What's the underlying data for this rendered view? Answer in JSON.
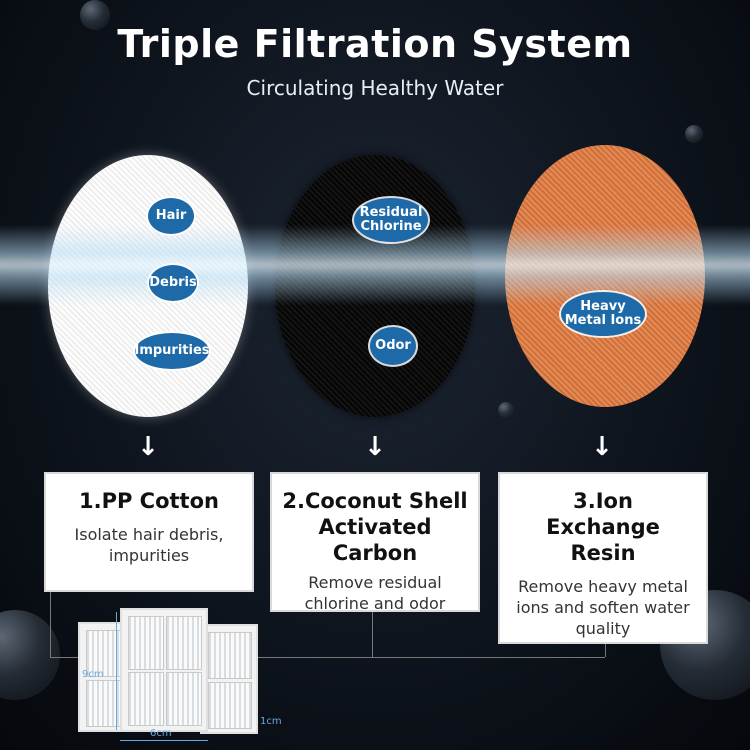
{
  "header": {
    "title": "Triple Filtration System",
    "subtitle": "Circulating Healthy Water"
  },
  "discs": [
    {
      "tags": [
        "Hair",
        "Debris",
        "Impurities"
      ]
    },
    {
      "tags": [
        "Residual Chlorine",
        "Odor"
      ]
    },
    {
      "tags": [
        "Heavy Metal Ions"
      ]
    }
  ],
  "arrow_glyph": "↓",
  "cards": [
    {
      "title": "1.PP Cotton",
      "description": "Isolate hair debris, impurities"
    },
    {
      "title": "2.Coconut Shell Activated Carbon",
      "description": "Remove residual chlorine and odor"
    },
    {
      "title": "3.Ion Exchange Resin",
      "description": "Remove heavy metal ions and soften water quality"
    }
  ],
  "dimensions": {
    "height": "9cm",
    "width": "6cm",
    "depth": "1cm"
  },
  "colors": {
    "tag_blue": "#1e6aa8",
    "disc_orange": "#d9784a"
  }
}
